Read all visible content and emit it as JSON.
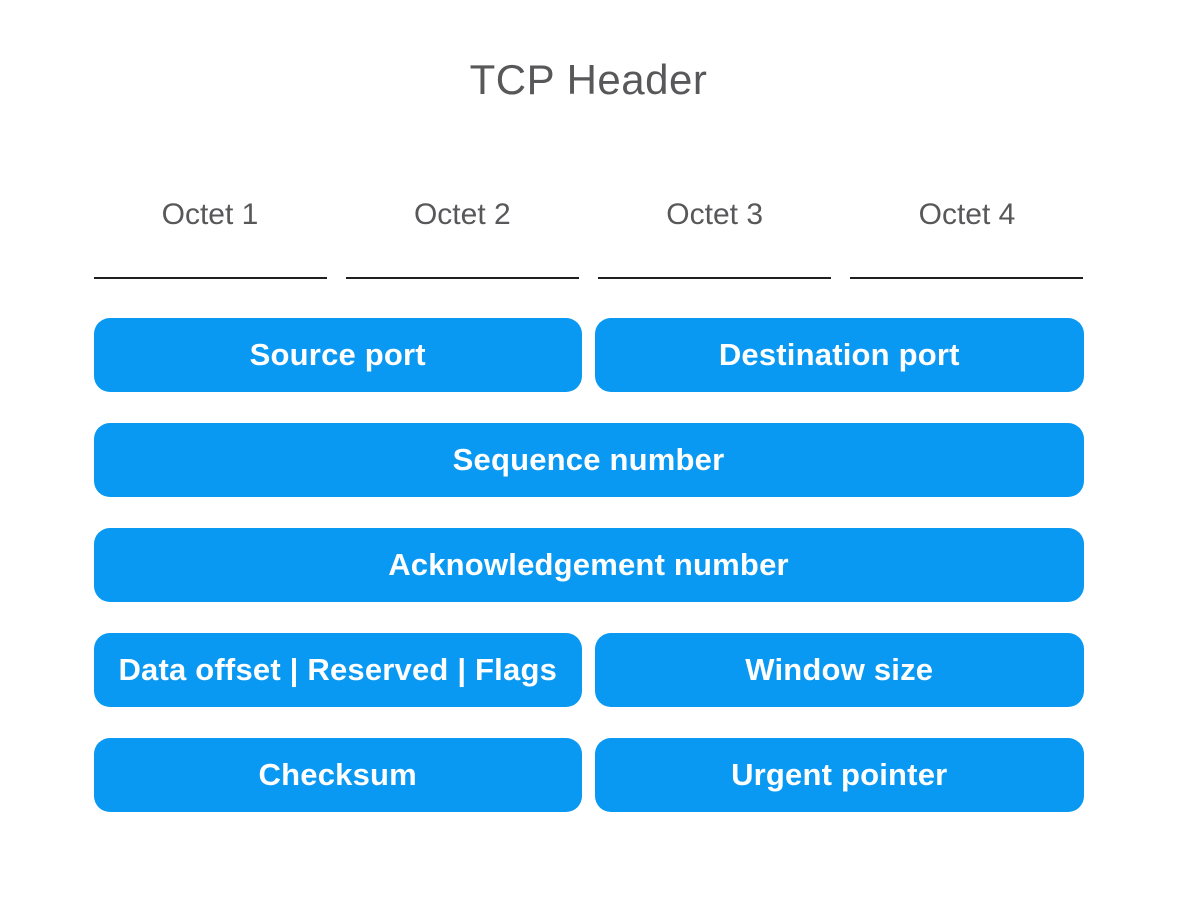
{
  "title": "TCP Header",
  "colors": {
    "background": "#ffffff",
    "heading_text": "#58585a",
    "line": "#1f1f1f",
    "box_fill": "#0a99f2",
    "box_text": "#ffffff"
  },
  "octets": [
    {
      "label": "Octet 1"
    },
    {
      "label": "Octet 2"
    },
    {
      "label": "Octet 3"
    },
    {
      "label": "Octet 4"
    }
  ],
  "rows": [
    {
      "cells": [
        {
          "label": "Source port",
          "octets": 2
        },
        {
          "label": "Destination port",
          "octets": 2
        }
      ]
    },
    {
      "cells": [
        {
          "label": "Sequence number",
          "octets": 4
        }
      ]
    },
    {
      "cells": [
        {
          "label": "Acknowledgement number",
          "octets": 4
        }
      ]
    },
    {
      "cells": [
        {
          "label": "Data offset | Reserved | Flags",
          "octets": 2
        },
        {
          "label": "Window size",
          "octets": 2
        }
      ]
    },
    {
      "cells": [
        {
          "label": "Checksum",
          "octets": 2
        },
        {
          "label": "Urgent pointer",
          "octets": 2
        }
      ]
    }
  ]
}
